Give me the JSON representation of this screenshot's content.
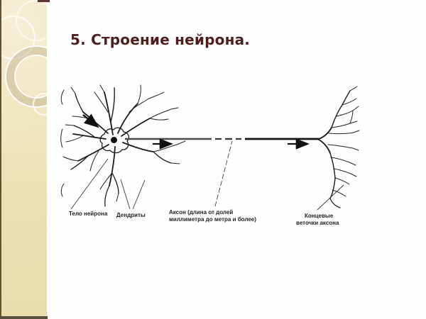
{
  "slide": {
    "title": "5. Строение нейрона.",
    "colors": {
      "title_text": "#4e1f1f",
      "sidebar_beige": "#ecdfb0",
      "sidebar_edge": "#63512f",
      "sidebar_accent": "#5e3434",
      "diagram_ink": "#1c1c1c"
    }
  },
  "diagram": {
    "labels": {
      "cell_body": "Тело нейрона",
      "dendrites": "Дендриты",
      "axon_line1": "Аксон (длина от долей",
      "axon_line2": "миллиметра до метра и более)",
      "terminal_line1": "Концевые",
      "terminal_line2": "веточки аксона"
    }
  }
}
